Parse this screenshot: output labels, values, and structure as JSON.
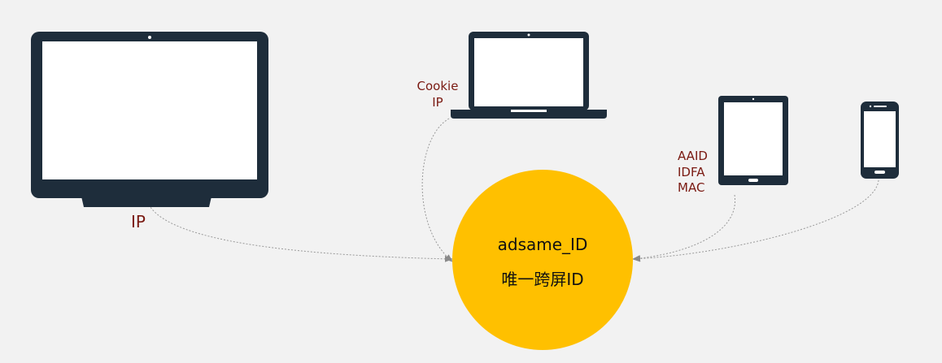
{
  "colors": {
    "background": "#f2f2f2",
    "device": "#1e2d3b",
    "screen": "#ffffff",
    "hub": "#ffc000",
    "label": "#7a1a12",
    "connector": "#9a9a9a"
  },
  "hub": {
    "title": "adsame_ID",
    "subtitle": "唯一跨屏ID"
  },
  "devices": {
    "desktop": {
      "icon": "monitor-icon",
      "label": "IP"
    },
    "laptop": {
      "icon": "laptop-icon",
      "label_line1": "Cookie",
      "label_line2": "IP"
    },
    "tablet": {
      "icon": "tablet-icon",
      "label_line1": "AAID",
      "label_line2": "IDFA",
      "label_line3": "MAC"
    },
    "phone": {
      "icon": "smartphone-icon"
    }
  }
}
